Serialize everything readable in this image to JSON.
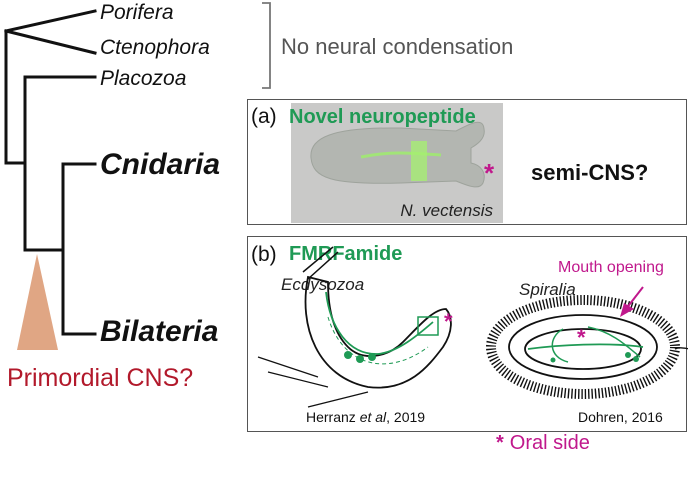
{
  "tree": {
    "taxa": [
      {
        "id": "porifera",
        "label": "Porifera"
      },
      {
        "id": "ctenophora",
        "label": "Ctenophora"
      },
      {
        "id": "placozoa",
        "label": "Placozoa"
      },
      {
        "id": "cnidaria",
        "label": "Cnidaria"
      },
      {
        "id": "bilateria",
        "label": "Bilateria"
      }
    ],
    "bracket_label": "No neural condensation",
    "primordial_label": "Primordial CNS?"
  },
  "panel_a": {
    "letter": "(a)",
    "title": "Novel neuropeptide",
    "species": "N. vectensis",
    "annotation": "semi-CNS?",
    "star": "*"
  },
  "panel_b": {
    "letter": "(b)",
    "title": "FMRFamide",
    "left": {
      "group": "Ecdysozoa",
      "citation_author": "Herranz ",
      "citation_etal": "et al",
      "citation_year": ", 2019",
      "star": "*"
    },
    "right": {
      "group": "Spiralia",
      "citation": "Dohren, 2016",
      "mouth_label": "Mouth opening",
      "star": "*"
    }
  },
  "legend": {
    "star": "*",
    "label": "Oral side"
  },
  "colors": {
    "green": "#1f9a55",
    "magenta": "#c0188c",
    "red": "#b2192b",
    "triangle": "#e0a684",
    "bracket": "#777777"
  }
}
